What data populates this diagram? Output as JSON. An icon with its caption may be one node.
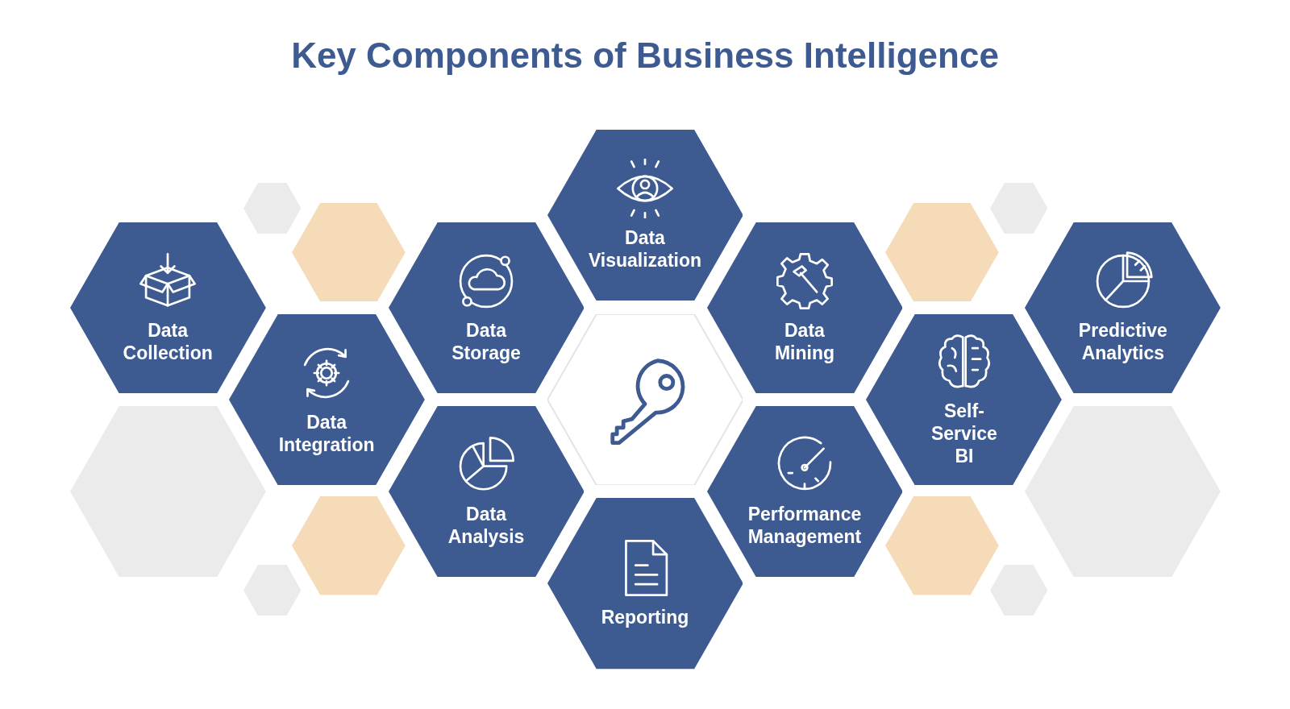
{
  "diagram": {
    "title": "Key Components of Business Intelligence",
    "nodes": [
      {
        "text": [
          "Data Collection"
        ]
      },
      {
        "text": [],
        "shape": "hexagon"
      },
      {
        "text": [],
        "shape": "hexagon"
      },
      {
        "text": [],
        "shape": "hexagon"
      },
      {
        "text": [
          "Data Integration"
        ]
      },
      {
        "text": [],
        "shape": "hexagon"
      },
      {
        "text": [],
        "shape": "hexagon"
      },
      {
        "text": [
          "Data Storage"
        ]
      },
      {
        "text": [
          "Data Analysis"
        ]
      },
      {
        "text": [
          "Data Visualization"
        ]
      },
      {
        "text": [],
        "shape": "picture"
      },
      {
        "text": [
          "Reporting"
        ]
      },
      {
        "text": [
          "Data Mining"
        ]
      },
      {
        "text": [
          "Performance Management"
        ]
      },
      {
        "text": [],
        "shape": "hexagon"
      },
      {
        "text": [],
        "shape": "hexagon"
      },
      {
        "text": [
          "Self-Service BI"
        ]
      },
      {
        "text": [],
        "shape": "hexagon"
      },
      {
        "text": [],
        "shape": "hexagon"
      },
      {
        "text": [
          "Predictive Analytics"
        ]
      },
      {
        "text": [],
        "shape": "hexagon"
      }
    ],
    "edges": []
  }
}
